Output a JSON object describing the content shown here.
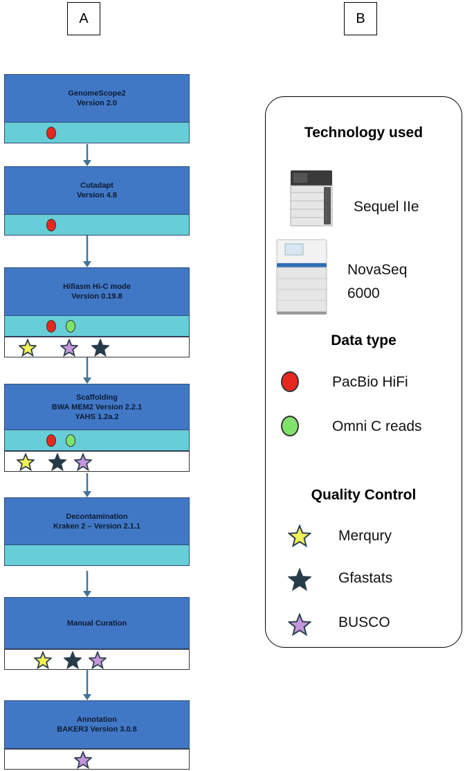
{
  "panels": {
    "a": "A",
    "b": "B"
  },
  "colors": {
    "step_fill": "#4178c6",
    "data_band": "#67cdd6",
    "arrow": "#41749a",
    "pacbio": "#e8281e",
    "omni": "#7fe36b",
    "merqury": "#f3f257",
    "gfastats": "#243b4a",
    "busco": "#c596dc"
  },
  "workflow": [
    {
      "title": "GenomeScope2",
      "lines": [
        "Version  2.0"
      ],
      "data": [
        "pacbio"
      ],
      "qc": []
    },
    {
      "title": "Cutadapt",
      "lines": [
        "Version  4.8"
      ],
      "data": [
        "pacbio"
      ],
      "qc": []
    },
    {
      "title": "Hifiasm Hi-C mode",
      "lines": [
        "Version 0.19.8"
      ],
      "data": [
        "pacbio",
        "omni"
      ],
      "qc": [
        "merqury",
        "busco",
        "gfastats"
      ]
    },
    {
      "title": "Scaffolding",
      "lines": [
        "BWA MEM2 Version  2.2.1",
        "YAHS 1.2a.2"
      ],
      "data": [
        "pacbio",
        "omni"
      ],
      "qc": [
        "merqury",
        "gfastats",
        "busco"
      ]
    },
    {
      "title": "Decontamination",
      "lines": [
        "Kraken 2 – Version 2.1.1"
      ],
      "data": [],
      "qc": []
    },
    {
      "title": "Manual Curation",
      "lines": [],
      "data": null,
      "qc": [
        "merqury",
        "gfastats",
        "busco"
      ]
    },
    {
      "title": "Annotation",
      "lines": [
        "BAKER3 Version 3.0.8"
      ],
      "data": null,
      "qc": [
        "busco"
      ]
    }
  ],
  "legend": {
    "technology_heading": "Technology used",
    "technologies": [
      {
        "name": "Sequel IIe",
        "icon": "sequel-sequencer-icon"
      },
      {
        "name_line1": "NovaSeq",
        "name_line2": "6000",
        "icon": "novaseq-sequencer-icon"
      }
    ],
    "data_heading": "Data type",
    "data_types": [
      {
        "key": "pacbio",
        "label": "PacBio HiFi"
      },
      {
        "key": "omni",
        "label": "Omni C reads"
      }
    ],
    "qc_heading": "Quality Control",
    "qc_tools": [
      {
        "key": "merqury",
        "label": "Merqury"
      },
      {
        "key": "gfastats",
        "label": "Gfastats"
      },
      {
        "key": "busco",
        "label": "BUSCO"
      }
    ]
  }
}
